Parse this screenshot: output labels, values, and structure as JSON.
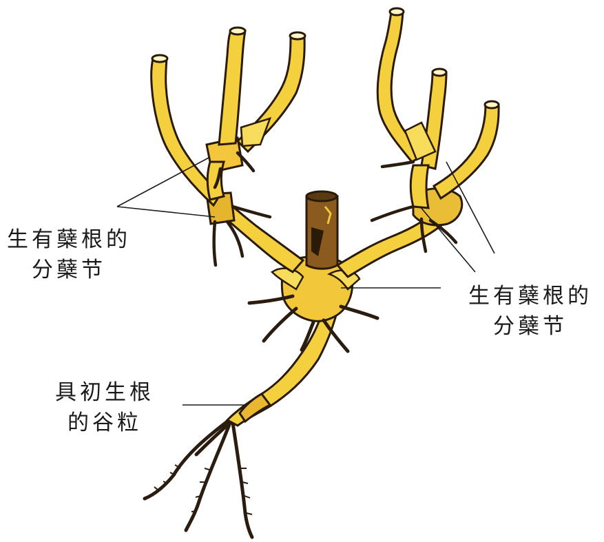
{
  "labels": {
    "left_node": {
      "line1": "生有蘖根的",
      "line2": "分蘖节"
    },
    "right_node": {
      "line1": "生有蘖根的",
      "line2": "分蘖节"
    },
    "grain": {
      "line1": "具初生根",
      "line2": "的谷粒"
    }
  },
  "colors": {
    "stem_fill": "#f4cf3e",
    "stem_light": "#f9e57a",
    "stem_shade": "#d9a824",
    "outline": "#2a1a08",
    "root": "#2a1d10",
    "leader_line": "#1a1a1a",
    "background": "#ffffff"
  }
}
